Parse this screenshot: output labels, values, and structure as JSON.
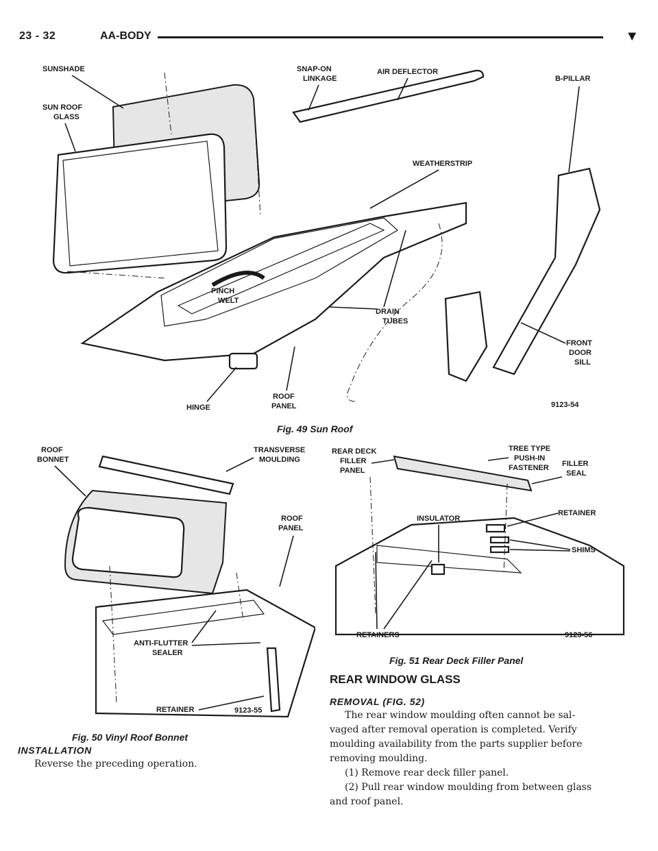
{
  "header": {
    "page_number": "23 - 32",
    "section": "AA-BODY",
    "mark": "▼"
  },
  "fig49": {
    "caption": "Fig. 49 Sun Roof",
    "labels": {
      "sunshade": "SUNSHADE",
      "sunroof_glass_1": "SUN ROOF",
      "sunroof_glass_2": "GLASS",
      "snapon_1": "SNAP-ON",
      "snapon_2": "LINKAGE",
      "air_deflector": "AIR DEFLECTOR",
      "b_pillar": "B-PILLAR",
      "weatherstrip": "WEATHERSTRIP",
      "pinch_1": "PINCH",
      "pinch_2": "WELT",
      "drain_1": "DRAIN",
      "drain_2": "TUBES",
      "front_door_1": "FRONT",
      "front_door_2": "DOOR",
      "front_door_3": "SILL",
      "hinge": "HINGE",
      "roof_panel_1": "ROOF",
      "roof_panel_2": "PANEL",
      "code": "9123-54"
    }
  },
  "fig50": {
    "caption": "Fig. 50 Vinyl Roof Bonnet",
    "labels": {
      "roof_bonnet_1": "ROOF",
      "roof_bonnet_2": "BONNET",
      "transverse_1": "TRANSVERSE",
      "transverse_2": "MOULDING",
      "roof_panel_1": "ROOF",
      "roof_panel_2": "PANEL",
      "anti_flutter_1": "ANTI-FLUTTER",
      "anti_flutter_2": "SEALER",
      "retainer": "RETAINER",
      "code": "9123-55"
    }
  },
  "fig51": {
    "caption": "Fig. 51 Rear Deck Filler Panel",
    "labels": {
      "rear_deck_1": "REAR DECK",
      "rear_deck_2": "FILLER",
      "rear_deck_3": "PANEL",
      "tree_1": "TREE TYPE",
      "tree_2": "PUSH-IN",
      "tree_3": "FASTENER",
      "filler_seal_1": "FILLER",
      "filler_seal_2": "SEAL",
      "insulator": "INSULATOR",
      "retainer": "RETAINER",
      "shims": "SHIMS",
      "retainers": "RETAINERS",
      "code": "9123-56"
    }
  },
  "installation": {
    "heading": "INSTALLATION",
    "text": "Reverse the preceding operation."
  },
  "rear_window": {
    "heading": "REAR WINDOW GLASS",
    "subheading": "REMOVAL (FIG. 52)",
    "para1_line1": "The rear window moulding often cannot be sal-",
    "para1_line2": "vaged after removal operation is completed. Verify",
    "para1_line3": "moulding availability from the parts supplier before",
    "para1_line4": "removing moulding.",
    "step1": "(1) Remove rear deck filler panel.",
    "step2_line1": "(2) Pull rear window moulding from between glass",
    "step2_line2": "and roof panel."
  }
}
